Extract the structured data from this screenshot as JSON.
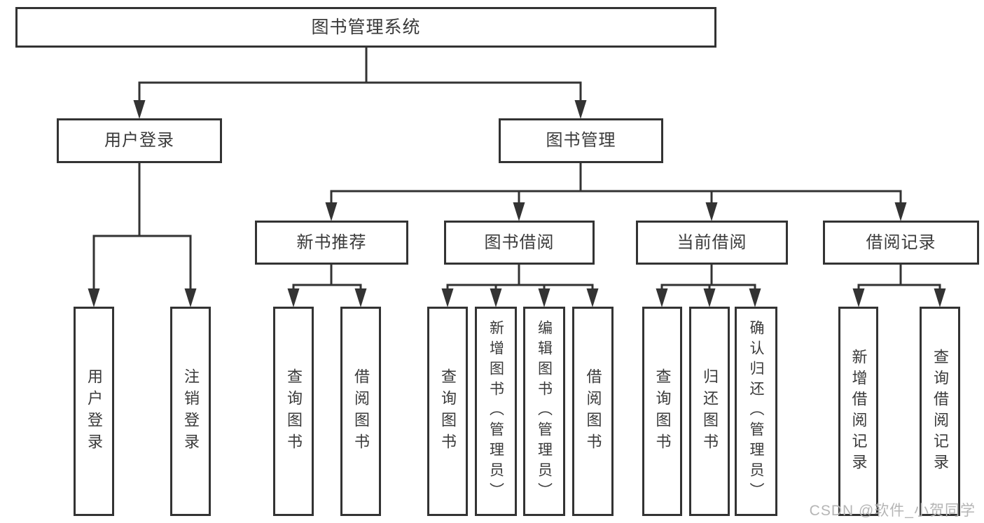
{
  "diagram": {
    "root": {
      "label": "图书管理系统"
    },
    "branches": [
      {
        "label": "用户登录",
        "children": [
          {
            "label": "用户登录"
          },
          {
            "label": "注销登录"
          }
        ]
      },
      {
        "label": "图书管理",
        "children": [
          {
            "label": "新书推荐",
            "children": [
              {
                "label": "查询图书"
              },
              {
                "label": "借阅图书"
              }
            ]
          },
          {
            "label": "图书借阅",
            "children": [
              {
                "label": "查询图书"
              },
              {
                "label": "新增图书（管理员）"
              },
              {
                "label": "编辑图书（管理员）"
              },
              {
                "label": "借阅图书"
              }
            ]
          },
          {
            "label": "当前借阅",
            "children": [
              {
                "label": "查询图书"
              },
              {
                "label": "归还图书"
              },
              {
                "label": "确认归还（管理员）"
              }
            ]
          },
          {
            "label": "借阅记录",
            "children": [
              {
                "label": "新增借阅记录"
              },
              {
                "label": "查询借阅记录"
              }
            ]
          }
        ]
      }
    ]
  },
  "watermark": "CSDN @软件_小贺同学",
  "colors": {
    "line": "#333333",
    "box_border": "#333333",
    "text": "#3a3a3a",
    "watermark": "#b5b5b5",
    "background": "#ffffff"
  }
}
